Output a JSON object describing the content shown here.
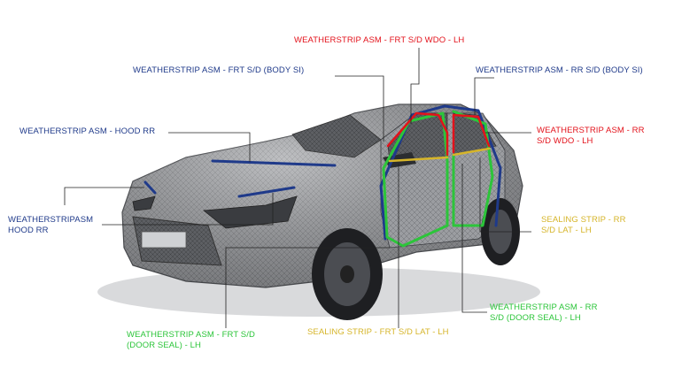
{
  "colors": {
    "blue": "#1f3a8a",
    "red": "#e3121b",
    "green": "#2cc53a",
    "yellow": "#d6b52a",
    "leader": "#222222",
    "body_mesh": "#8a8c90"
  },
  "labels": {
    "frt_sd_wdo_lh": "WEATHERSTRIP ASM - FRT  S/D WDO - LH",
    "frt_sd_body_si": "WEATHERSTRIP  ASM - FRT S/D (BODY SI)",
    "rr_sd_body_si": "WEATHERSTRIP ASM - RR S/D (BODY SI)",
    "hood_rr": "WEATHERSTRIP ASM - HOOD RR",
    "rr_sd_wdo_lh_1": "WEATHERSTRIP ASM - RR",
    "rr_sd_wdo_lh_2": "S/D WDO - LH",
    "hood_rr_alt_1": "WEATHERSTRIPASM",
    "hood_rr_alt_2": "HOOD RR",
    "sealing_rr_1": "SEALING STRIP - RR",
    "sealing_rr_2": "S/D LAT - LH",
    "rr_door_seal_1": "WEATHERSTRIP ASM - RR",
    "rr_door_seal_2": "S/D (DOOR SEAL) - LH",
    "frt_door_seal_1": "WEATHERSTRIP ASM - FRT S/D",
    "frt_door_seal_2": " (DOOR SEAL) - LH",
    "sealing_frt": "SEALING STRIP - FRT S/D LAT - LH"
  }
}
